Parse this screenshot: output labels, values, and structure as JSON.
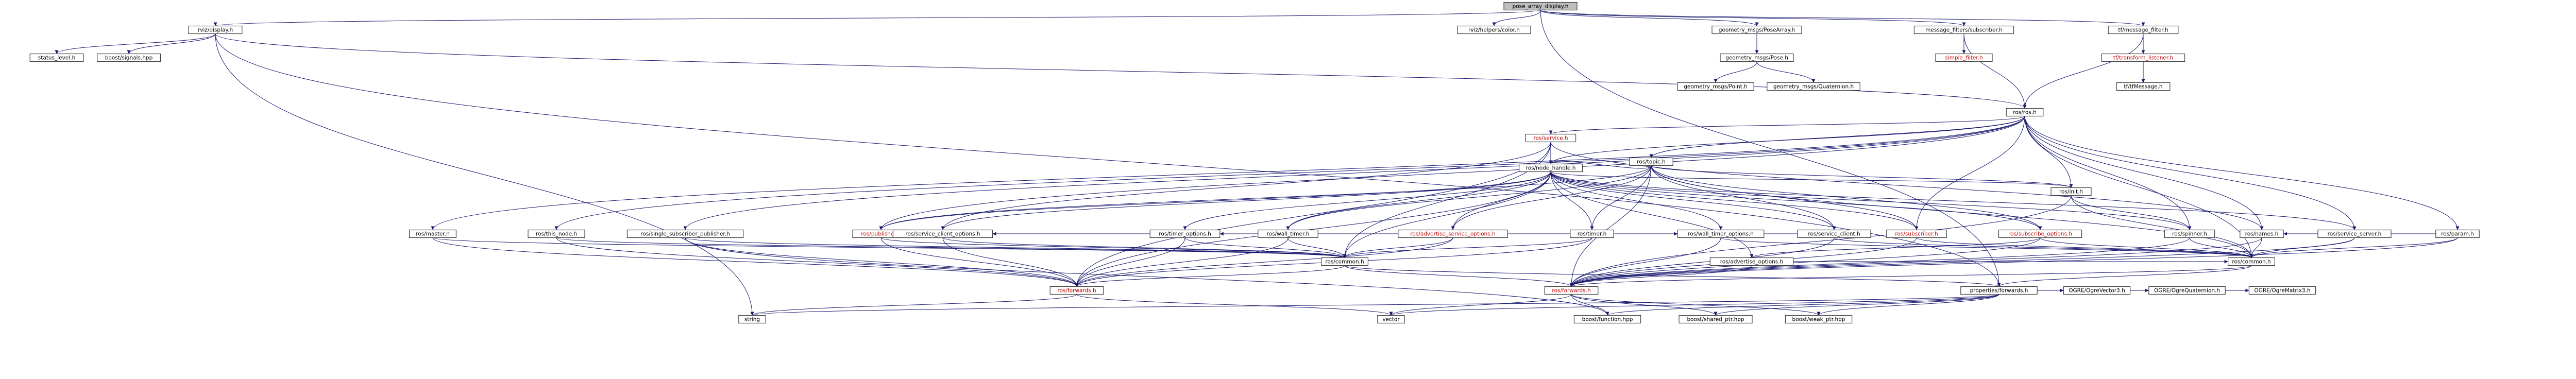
{
  "colors": {
    "edge": "#191970",
    "node_border": "#404040",
    "root_fill": "#bfbfbf",
    "node_fill": "#ffffff",
    "missing_text": "#c00000",
    "plain_text": "#000000"
  },
  "nodes": [
    {
      "id": "pose_array_display",
      "label": "pose_array_display.h",
      "root": true
    },
    {
      "id": "rviz_display",
      "label": "rviz/display.h"
    },
    {
      "id": "rviz_helpers_color",
      "label": "rviz/helpers/color.h"
    },
    {
      "id": "geom_pose_array",
      "label": "geometry_msgs/PoseArray.h"
    },
    {
      "id": "mf_subscriber",
      "label": "message_filters/subscriber.h"
    },
    {
      "id": "tf_message_filter",
      "label": "tf/message_filter.h"
    },
    {
      "id": "status_level",
      "label": "status_level.h"
    },
    {
      "id": "boost_signals",
      "label": "boost/signals.hpp"
    },
    {
      "id": "ros_ros",
      "label": "ros/ros.h"
    },
    {
      "id": "geom_pose",
      "label": "geometry_msgs/Pose.h"
    },
    {
      "id": "simple_filter",
      "label": "simple_filter.h",
      "missing": true
    },
    {
      "id": "tf_transform_listener",
      "label": "tf/transform_listener.h",
      "missing": true
    },
    {
      "id": "geom_point",
      "label": "geometry_msgs/Point.h"
    },
    {
      "id": "geom_quaternion",
      "label": "geometry_msgs/Quaternion.h"
    },
    {
      "id": "tf_tfmessage",
      "label": "tf/tfMessage.h"
    },
    {
      "id": "ros_service",
      "label": "ros/service.h",
      "missing": true
    },
    {
      "id": "ros_node_handle",
      "label": "ros/node_handle.h"
    },
    {
      "id": "ros_topic",
      "label": "ros/topic.h"
    },
    {
      "id": "ros_init",
      "label": "ros/init.h"
    },
    {
      "id": "ros_master",
      "label": "ros/master.h"
    },
    {
      "id": "ros_this_node",
      "label": "ros/this_node.h"
    },
    {
      "id": "ros_single_sub_pub",
      "label": "ros/single_subscriber_publisher.h"
    },
    {
      "id": "ros_publisher",
      "label": "ros/publisher.h",
      "missing": true
    },
    {
      "id": "ros_service_client_options",
      "label": "ros/service_client_options.h"
    },
    {
      "id": "ros_timer_options",
      "label": "ros/timer_options.h"
    },
    {
      "id": "ros_wall_timer",
      "label": "ros/wall_timer.h"
    },
    {
      "id": "ros_advertise_service_options",
      "label": "ros/advertise_service_options.h",
      "missing": true
    },
    {
      "id": "ros_timer",
      "label": "ros/timer.h"
    },
    {
      "id": "ros_wall_timer_options",
      "label": "ros/wall_timer_options.h"
    },
    {
      "id": "ros_service_client",
      "label": "ros/service_client.h"
    },
    {
      "id": "ros_subscriber",
      "label": "ros/subscriber.h",
      "missing": true
    },
    {
      "id": "ros_subscribe_options",
      "label": "ros/subscribe_options.h",
      "missing": true
    },
    {
      "id": "ros_spinner",
      "label": "ros/spinner.h"
    },
    {
      "id": "ros_names",
      "label": "ros/names.h"
    },
    {
      "id": "ros_service_server",
      "label": "ros/service_server.h"
    },
    {
      "id": "ros_param",
      "label": "ros/param.h"
    },
    {
      "id": "ros_common_a",
      "label": "ros/common.h"
    },
    {
      "id": "ros_common_b",
      "label": "ros/common.h"
    },
    {
      "id": "ros_advertise_options",
      "label": "ros/advertise_options.h"
    },
    {
      "id": "ros_forwards_a",
      "label": "ros/forwards.h",
      "missing": true
    },
    {
      "id": "ros_forwards_b",
      "label": "ros/forwards.h",
      "missing": true
    },
    {
      "id": "properties_forwards",
      "label": "properties/forwards.h"
    },
    {
      "id": "ogre_vector3",
      "label": "OGRE/OgreVector3.h"
    },
    {
      "id": "ogre_quaternion",
      "label": "OGRE/OgreQuaternion.h"
    },
    {
      "id": "ogre_matrix3",
      "label": "OGRE/OgreMatrix3.h"
    },
    {
      "id": "string",
      "label": "string"
    },
    {
      "id": "vector",
      "label": "vector"
    },
    {
      "id": "boost_function",
      "label": "boost/function.hpp"
    },
    {
      "id": "boost_shared_ptr",
      "label": "boost/shared_ptr.hpp"
    },
    {
      "id": "boost_weak_ptr",
      "label": "boost/weak_ptr.hpp"
    }
  ],
  "edges": [
    [
      "pose_array_display",
      "rviz_display"
    ],
    [
      "pose_array_display",
      "rviz_helpers_color"
    ],
    [
      "pose_array_display",
      "geom_pose_array"
    ],
    [
      "pose_array_display",
      "mf_subscriber"
    ],
    [
      "pose_array_display",
      "tf_message_filter"
    ],
    [
      "pose_array_display",
      "properties_forwards"
    ],
    [
      "rviz_display",
      "status_level"
    ],
    [
      "rviz_display",
      "boost_signals"
    ],
    [
      "rviz_display",
      "ros_ros"
    ],
    [
      "rviz_display",
      "properties_forwards"
    ],
    [
      "rviz_display",
      "string"
    ],
    [
      "geom_pose_array",
      "geom_pose"
    ],
    [
      "geom_pose",
      "geom_point"
    ],
    [
      "geom_pose",
      "geom_quaternion"
    ],
    [
      "mf_subscriber",
      "simple_filter"
    ],
    [
      "mf_subscriber",
      "ros_ros"
    ],
    [
      "tf_message_filter",
      "tf_transform_listener"
    ],
    [
      "tf_message_filter",
      "tf_tfmessage"
    ],
    [
      "tf_message_filter",
      "ros_ros"
    ],
    [
      "tf_transform_listener",
      "tf_tfmessage"
    ],
    [
      "ros_ros",
      "ros_service"
    ],
    [
      "ros_ros",
      "ros_node_handle"
    ],
    [
      "ros_ros",
      "ros_topic"
    ],
    [
      "ros_ros",
      "ros_init"
    ],
    [
      "ros_ros",
      "ros_master"
    ],
    [
      "ros_ros",
      "ros_this_node"
    ],
    [
      "ros_ros",
      "ros_single_sub_pub"
    ],
    [
      "ros_ros",
      "ros_publisher"
    ],
    [
      "ros_ros",
      "ros_subscriber"
    ],
    [
      "ros_ros",
      "ros_names"
    ],
    [
      "ros_ros",
      "ros_service_server"
    ],
    [
      "ros_ros",
      "ros_param"
    ],
    [
      "ros_ros",
      "ros_spinner"
    ],
    [
      "ros_ros",
      "ros_common_b"
    ],
    [
      "ros_service",
      "ros_node_handle"
    ],
    [
      "ros_service",
      "ros_service_client_options"
    ],
    [
      "ros_service",
      "ros_names"
    ],
    [
      "ros_service",
      "ros_forwards_a"
    ],
    [
      "ros_service",
      "ros_common_a"
    ],
    [
      "ros_node_handle",
      "ros_publisher"
    ],
    [
      "ros_node_handle",
      "ros_subscriber"
    ],
    [
      "ros_node_handle",
      "ros_service_client_options"
    ],
    [
      "ros_node_handle",
      "ros_timer_options"
    ],
    [
      "ros_node_handle",
      "ros_wall_timer"
    ],
    [
      "ros_node_handle",
      "ros_advertise_service_options"
    ],
    [
      "ros_node_handle",
      "ros_timer"
    ],
    [
      "ros_node_handle",
      "ros_wall_timer_options"
    ],
    [
      "ros_node_handle",
      "ros_service_client"
    ],
    [
      "ros_node_handle",
      "ros_subscribe_options"
    ],
    [
      "ros_node_handle",
      "ros_spinner"
    ],
    [
      "ros_node_handle",
      "ros_init"
    ],
    [
      "ros_node_handle",
      "ros_forwards_a"
    ],
    [
      "ros_node_handle",
      "ros_common_a"
    ],
    [
      "ros_node_handle",
      "ros_advertise_options"
    ],
    [
      "ros_node_handle",
      "ros_service_server"
    ],
    [
      "ros_topic",
      "ros_node_handle"
    ],
    [
      "ros_topic",
      "ros_subscriber"
    ],
    [
      "ros_topic",
      "ros_subscribe_options"
    ],
    [
      "ros_topic",
      "ros_publisher"
    ],
    [
      "ros_topic",
      "ros_timer"
    ],
    [
      "ros_topic",
      "ros_wall_timer"
    ],
    [
      "ros_topic",
      "ros_service_client"
    ],
    [
      "ros_topic",
      "ros_common_b"
    ],
    [
      "ros_topic",
      "ros_forwards_b"
    ],
    [
      "ros_topic",
      "ros_advertise_service_options"
    ],
    [
      "ros_topic",
      "ros_init"
    ],
    [
      "ros_init",
      "ros_spinner"
    ],
    [
      "ros_init",
      "ros_forwards_b"
    ],
    [
      "ros_init",
      "ros_common_b"
    ],
    [
      "ros_master",
      "ros_forwards_a"
    ],
    [
      "ros_master",
      "ros_common_a"
    ],
    [
      "ros_this_node",
      "ros_forwards_a"
    ],
    [
      "ros_this_node",
      "ros_common_a"
    ],
    [
      "ros_single_sub_pub",
      "ros_forwards_a"
    ],
    [
      "ros_single_sub_pub",
      "ros_common_a"
    ],
    [
      "ros_single_sub_pub",
      "boost_function"
    ],
    [
      "ros_publisher",
      "ros_forwards_a"
    ],
    [
      "ros_publisher",
      "ros_common_a"
    ],
    [
      "ros_service_client_options",
      "ros_forwards_a"
    ],
    [
      "ros_service_client_options",
      "ros_common_a"
    ],
    [
      "ros_timer_options",
      "ros_forwards_a"
    ],
    [
      "ros_timer_options",
      "ros_common_a"
    ],
    [
      "ros_wall_timer",
      "ros_forwards_a"
    ],
    [
      "ros_wall_timer",
      "ros_common_a"
    ],
    [
      "ros_wall_timer",
      "ros_wall_timer_options"
    ],
    [
      "ros_advertise_service_options",
      "ros_forwards_a"
    ],
    [
      "ros_advertise_service_options",
      "ros_common_a"
    ],
    [
      "ros_timer",
      "ros_forwards_a"
    ],
    [
      "ros_timer",
      "ros_common_a"
    ],
    [
      "ros_timer",
      "ros_timer_options"
    ],
    [
      "ros_wall_timer_options",
      "ros_forwards_b"
    ],
    [
      "ros_wall_timer_options",
      "ros_common_b"
    ],
    [
      "ros_service_client",
      "ros_forwards_b"
    ],
    [
      "ros_service_client",
      "ros_common_b"
    ],
    [
      "ros_service_client",
      "ros_service_client_options"
    ],
    [
      "ros_subscriber",
      "ros_forwards_b"
    ],
    [
      "ros_subscriber",
      "ros_common_b"
    ],
    [
      "ros_subscribe_options",
      "ros_forwards_b"
    ],
    [
      "ros_subscribe_options",
      "ros_common_b"
    ],
    [
      "ros_subscribe_options",
      "ros_advertise_options"
    ],
    [
      "ros_spinner",
      "ros_forwards_b"
    ],
    [
      "ros_spinner",
      "ros_common_b"
    ],
    [
      "ros_names",
      "ros_forwards_b"
    ],
    [
      "ros_names",
      "ros_common_b"
    ],
    [
      "ros_service_server",
      "ros_forwards_b"
    ],
    [
      "ros_service_server",
      "ros_common_b"
    ],
    [
      "ros_param",
      "ros_forwards_b"
    ],
    [
      "ros_param",
      "ros_common_b"
    ],
    [
      "ros_param",
      "ros_names"
    ],
    [
      "ros_advertise_options",
      "ros_forwards_b"
    ],
    [
      "ros_advertise_options",
      "ros_common_b"
    ],
    [
      "ros_common_a",
      "ros_forwards_a"
    ],
    [
      "ros_common_a",
      "ros_forwards_b"
    ],
    [
      "ros_common_a",
      "properties_forwards"
    ],
    [
      "ros_common_b",
      "ros_forwards_b"
    ],
    [
      "ros_common_b",
      "properties_forwards"
    ],
    [
      "ros_forwards_a",
      "string"
    ],
    [
      "ros_forwards_a",
      "vector"
    ],
    [
      "ros_forwards_b",
      "vector"
    ],
    [
      "ros_forwards_b",
      "boost_function"
    ],
    [
      "ros_forwards_b",
      "boost_shared_ptr"
    ],
    [
      "ros_forwards_b",
      "boost_weak_ptr"
    ],
    [
      "properties_forwards",
      "ogre_vector3"
    ],
    [
      "properties_forwards",
      "ogre_quaternion"
    ],
    [
      "properties_forwards",
      "ogre_matrix3"
    ],
    [
      "properties_forwards",
      "string"
    ],
    [
      "properties_forwards",
      "vector"
    ],
    [
      "properties_forwards",
      "boost_function"
    ],
    [
      "properties_forwards",
      "boost_shared_ptr"
    ],
    [
      "properties_forwards",
      "boost_weak_ptr"
    ]
  ]
}
